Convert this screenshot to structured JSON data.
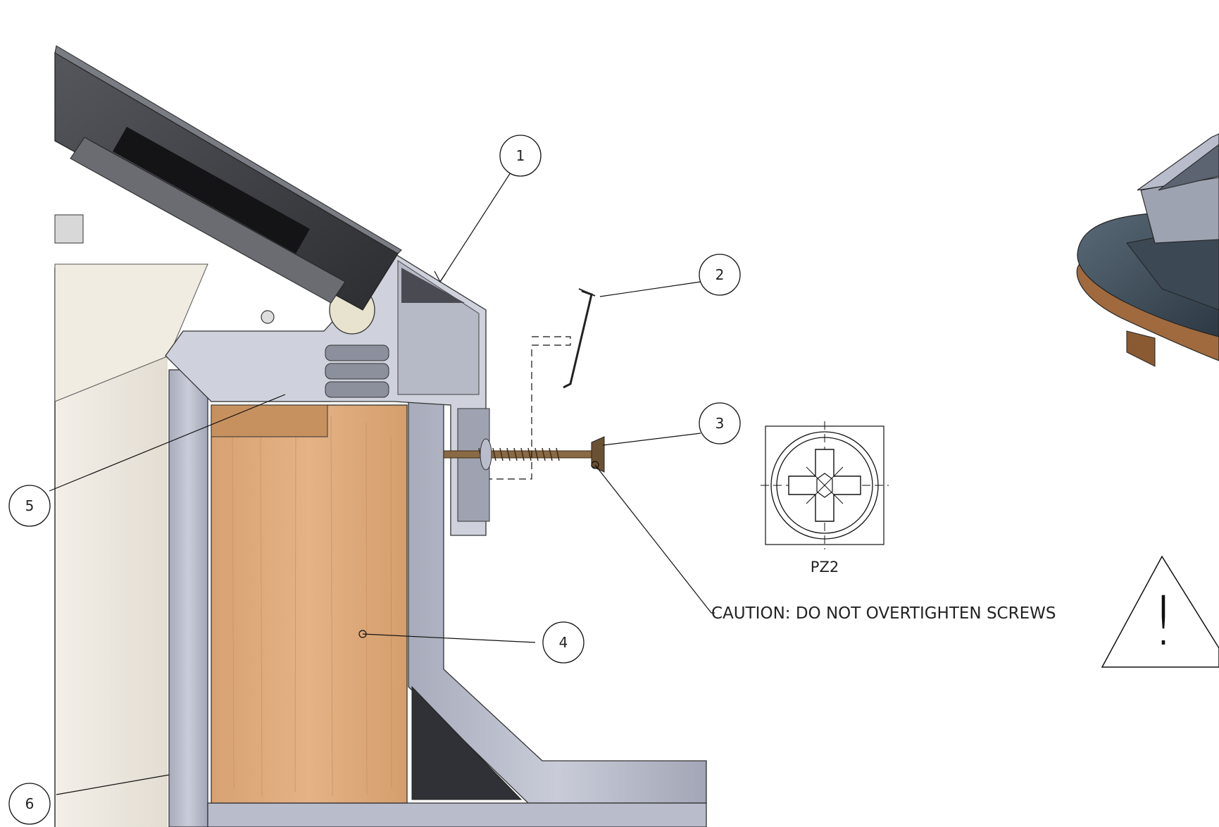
{
  "balloons": [
    {
      "id": "balloon-1",
      "label": "1"
    },
    {
      "id": "balloon-2",
      "label": "2"
    },
    {
      "id": "balloon-3",
      "label": "3"
    },
    {
      "id": "balloon-4",
      "label": "4"
    },
    {
      "id": "balloon-5",
      "label": "5"
    },
    {
      "id": "balloon-6",
      "label": "6"
    }
  ],
  "drive_label": "PZ2",
  "caution_note": "CAUTION: DO NOT OVERTIGHTEN SCREWS",
  "warning_symbol": "!",
  "colors": {
    "wood": "#d9a577",
    "aluminium": "#b4b8c8",
    "aluminium_dark": "#6e7280",
    "glazing_dark": "#3c3d42",
    "wall_plaster": "#efeae1",
    "gasket_black": "#2b2c30",
    "screw_bronze": "#8a6a44"
  }
}
